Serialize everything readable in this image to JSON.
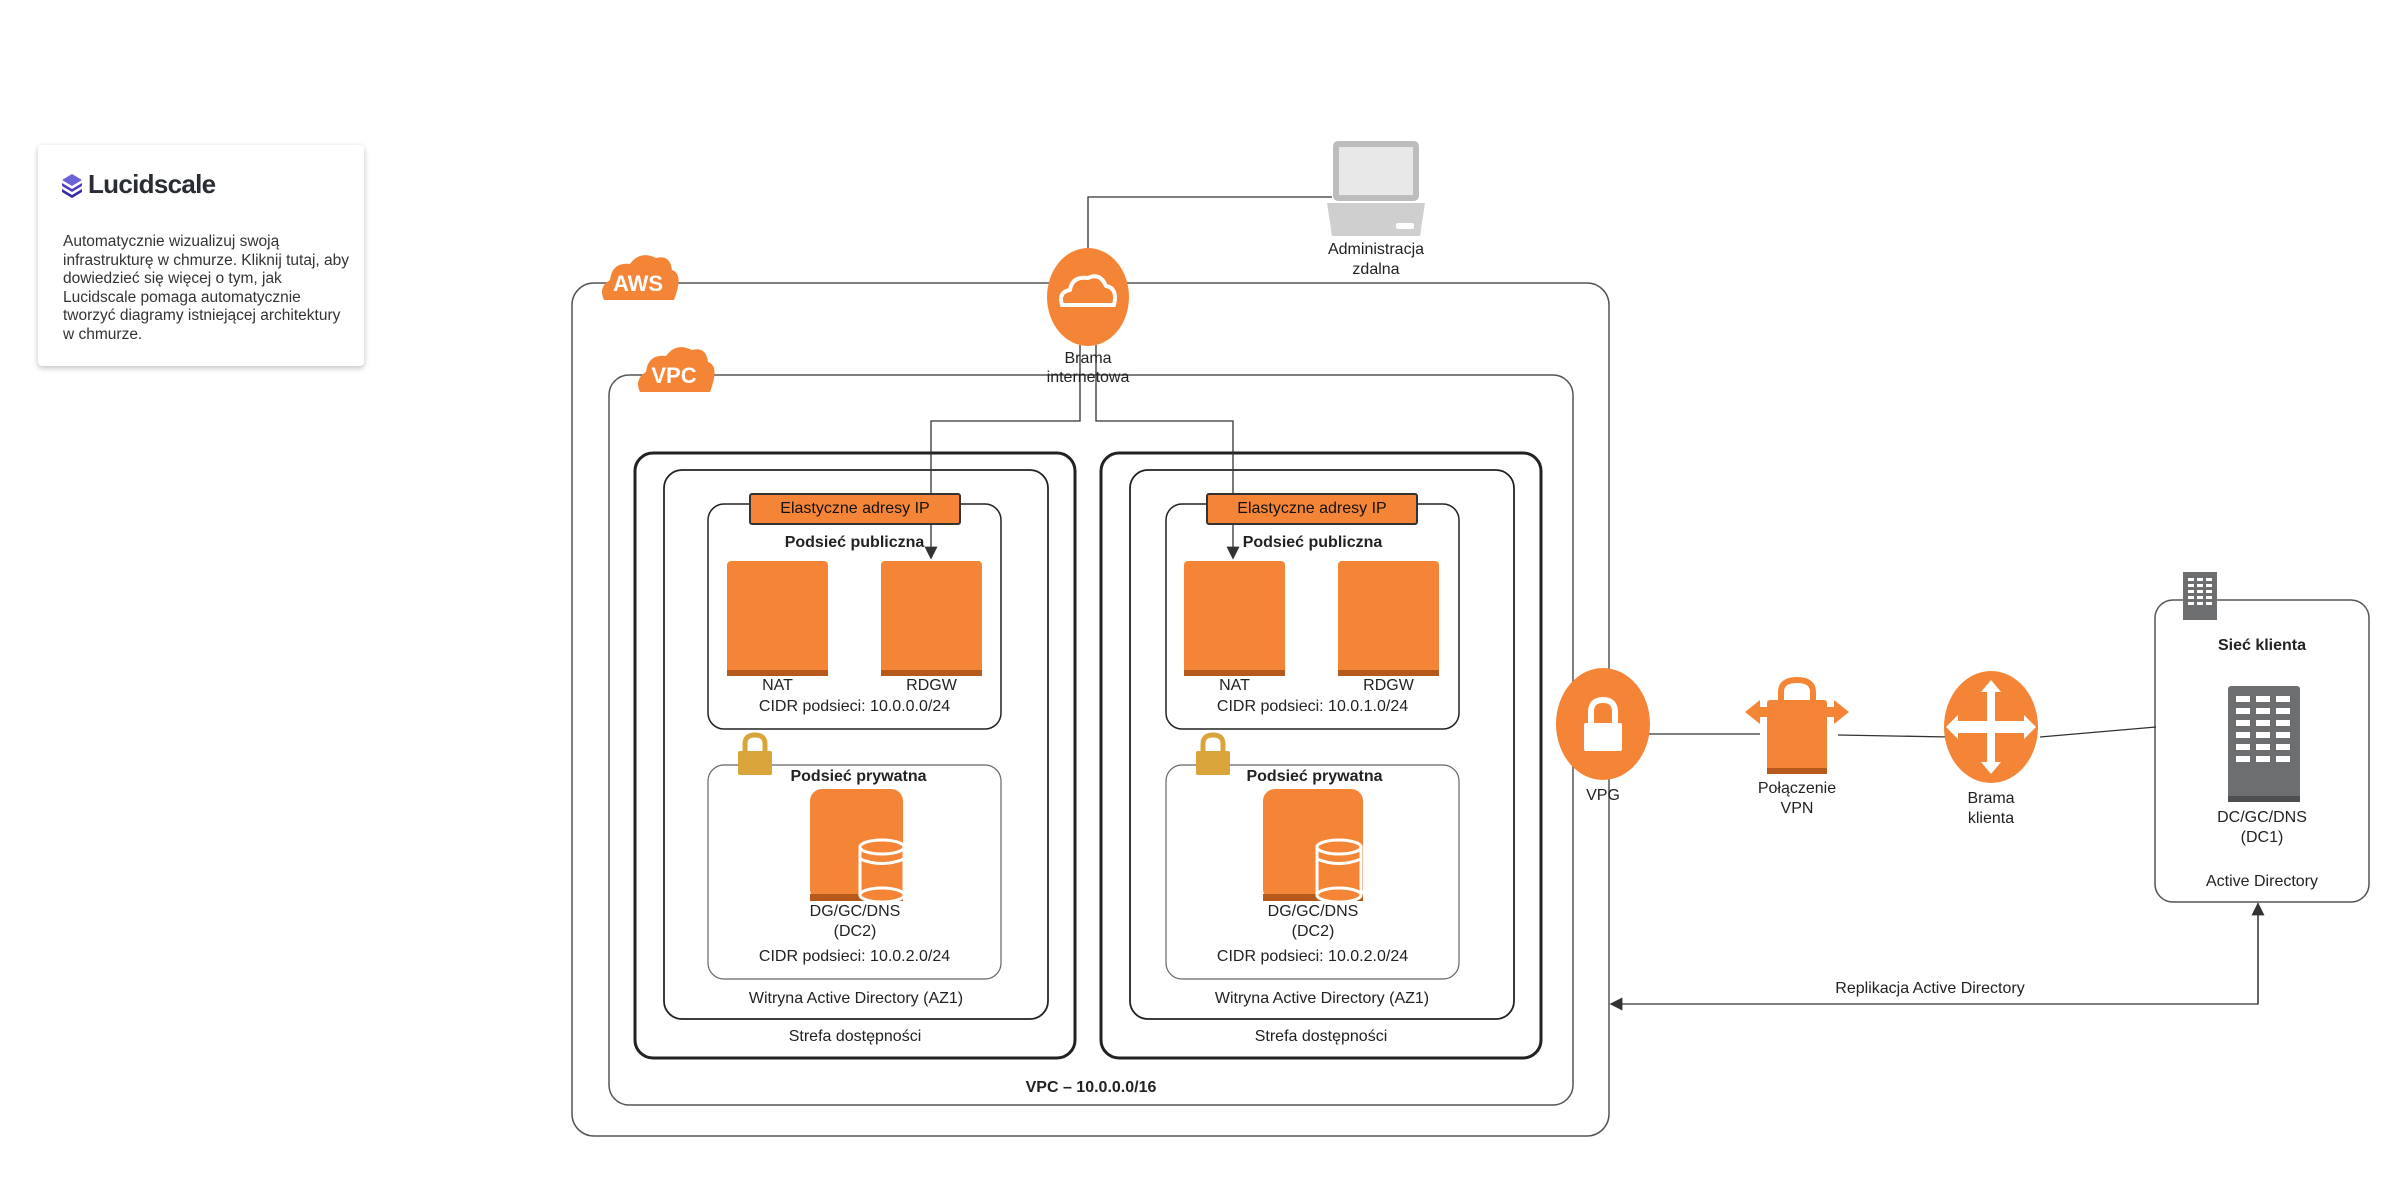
{
  "promo": {
    "brand": "Lucidscale",
    "description": "Automatycznie wizualizuj swoją infrastrukturę w chmurze. Kliknij tutaj, aby dowiedzieć się więcej o tym, jak Lucidscale pomaga automatycznie tworzyć diagramy istniejącej architektury w chmurze."
  },
  "aws_badge": "AWS",
  "vpc_badge": "VPC",
  "remote_admin": {
    "line1": "Administracja",
    "line2": "zdalna"
  },
  "internet_gateway": {
    "line1": "Brama",
    "line2": "internetowa"
  },
  "vpc_label": "VPC – 10.0.0.0/16",
  "zones": [
    {
      "zone_label": "Strefa dostępności",
      "site_label": "Witryna Active Directory (AZ1)",
      "eip_label": "Elastyczne adresy IP",
      "public_title": "Podsieć publiczna",
      "nat_label": "NAT",
      "rdgw_label": "RDGW",
      "public_cidr": "CIDR podsieci: 10.0.0.0/24",
      "private_title": "Podsieć prywatna",
      "dc_line1": "DG/GC/DNS",
      "dc_line2": "(DC2)",
      "private_cidr": "CIDR podsieci: 10.0.2.0/24"
    },
    {
      "zone_label": "Strefa dostępności",
      "site_label": "Witryna Active Directory (AZ1)",
      "eip_label": "Elastyczne adresy IP",
      "public_title": "Podsieć publiczna",
      "nat_label": "NAT",
      "rdgw_label": "RDGW",
      "public_cidr": "CIDR podsieci: 10.0.1.0/24",
      "private_title": "Podsieć prywatna",
      "dc_line1": "DG/GC/DNS",
      "dc_line2": "(DC2)",
      "private_cidr": "CIDR podsieci: 10.0.2.0/24"
    }
  ],
  "vpg_label": "VPG",
  "vpn": {
    "line1": "Połączenie",
    "line2": "VPN"
  },
  "customer_gateway": {
    "line1": "Brama",
    "line2": "klienta"
  },
  "customer_network": {
    "title": "Sieć klienta",
    "dc_line1": "DC/GC/DNS",
    "dc_line2": "(DC1)",
    "ad_label": "Active Directory"
  },
  "replication_label": "Replikacja Active Directory",
  "colors": {
    "aws_orange": "#f58536",
    "lock_gold": "#d9a53a",
    "server_gray": "#6d6e70"
  }
}
